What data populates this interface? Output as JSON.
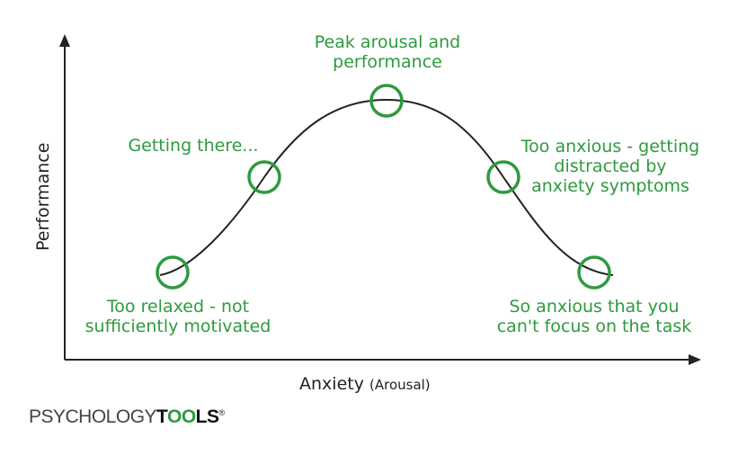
{
  "axes": {
    "y_label": "Performance",
    "x_label": "Anxiety",
    "x_sublabel": "(Arousal)"
  },
  "points": [
    {
      "label_lines": [
        "Too relaxed - not",
        "sufficiently motivated"
      ]
    },
    {
      "label_lines": [
        "Getting there..."
      ]
    },
    {
      "label_lines": [
        "Peak arousal and",
        "performance"
      ]
    },
    {
      "label_lines": [
        "Too anxious - getting",
        "distracted by",
        "anxiety symptoms"
      ]
    },
    {
      "label_lines": [
        "So anxious that you",
        "can't focus on the task"
      ]
    }
  ],
  "logo": {
    "part1": "PSYCHOLOGY",
    "part2": "T",
    "part3": "OO",
    "part4": "LS",
    "mark": "®"
  },
  "colors": {
    "accent": "#2e9a3e",
    "curve": "#222222"
  }
}
